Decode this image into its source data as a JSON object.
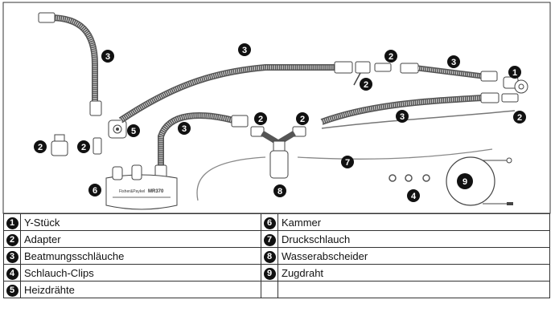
{
  "chamber": {
    "brand": "Fisher&Paykel",
    "model": "MR370"
  },
  "callouts": {
    "c1": "1",
    "c2": "2",
    "c3": "3",
    "c4": "4",
    "c5": "5",
    "c6": "6",
    "c7": "7",
    "c8": "8",
    "c9": "9"
  },
  "legend": {
    "rows": [
      {
        "left_num": "1",
        "left_label": "Y-Stück",
        "right_num": "6",
        "right_label": "Kammer"
      },
      {
        "left_num": "2",
        "left_label": "Adapter",
        "right_num": "7",
        "right_label": "Druckschlauch"
      },
      {
        "left_num": "3",
        "left_label": "Beatmungsschläuche",
        "right_num": "8",
        "right_label": "Wasserabscheider"
      },
      {
        "left_num": "4",
        "left_label": "Schlauch-Clips",
        "right_num": "9",
        "right_label": "Zugdraht"
      },
      {
        "left_num": "5",
        "left_label": "Heizdrähte",
        "right_num": "",
        "right_label": ""
      }
    ]
  }
}
